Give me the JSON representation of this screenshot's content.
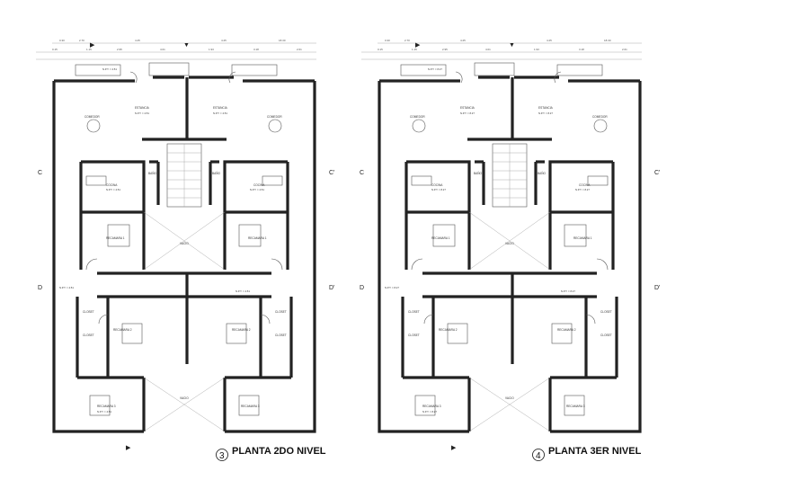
{
  "plans": [
    {
      "number": "3",
      "title": "PLANTA 2DO NIVEL",
      "level": "N.P.T. = 4.51",
      "rooms": {
        "estancia_l": "ESTANCIA",
        "estancia_r": "ESTANCIA",
        "comedor_l": "COMEDOR",
        "comedor_r": "COMEDOR",
        "cocina_l": "COCINA",
        "cocina_r": "COCINA",
        "bano_l": "BAÑO",
        "bano_r": "BAÑO",
        "recamara1_l": "RECAMARA 1",
        "recamara1_r": "RECAMARA 1",
        "recamara2_l": "RECAMARA 2",
        "recamara2_r": "RECAMARA 2",
        "recamara3_l": "RECAMARA 3",
        "recamara3_r": "RECAMARA 3",
        "closet_1": "CLOSET",
        "closet_2": "CLOSET",
        "closet_3": "CLOSET",
        "closet_4": "CLOSET",
        "vacio_1": "VACIO",
        "vacio_2": "VACIO"
      }
    },
    {
      "number": "4",
      "title": "PLANTA 3ER NIVEL",
      "level": "N.P.T. = 8.27",
      "rooms": {
        "estancia_l": "ESTANCIA",
        "estancia_r": "ESTANCIA",
        "comedor_l": "COMEDOR",
        "comedor_r": "COMEDOR",
        "cocina_l": "COCINA",
        "cocina_r": "COCINA",
        "bano_l": "BAÑO",
        "bano_r": "BAÑO",
        "recamara1_l": "RECAMARA 1",
        "recamara1_r": "RECAMARA 1",
        "recamara2_l": "RECAMARA 2",
        "recamara2_r": "RECAMARA 2",
        "recamara3_l": "RECAMARA 3",
        "recamara3_r": "RECAMARA 3",
        "closet_1": "CLOSET",
        "closet_2": "CLOSET",
        "closet_3": "CLOSET",
        "closet_4": "CLOSET",
        "vacio_1": "VACIO",
        "vacio_2": "VACIO"
      }
    }
  ],
  "axes": {
    "c_left": "C",
    "c_right": "C'",
    "d_left": "D",
    "d_right": "D'"
  },
  "dims": {
    "top_total": "18.30",
    "d1": "0.30",
    "d2": "2.70",
    "d3": "4.25",
    "d4": "1.15",
    "d5": "2.95",
    "d6": "4.01",
    "d7": "1.93",
    "d8": "3.18",
    "d9": "2.61",
    "d10": "0.15"
  }
}
